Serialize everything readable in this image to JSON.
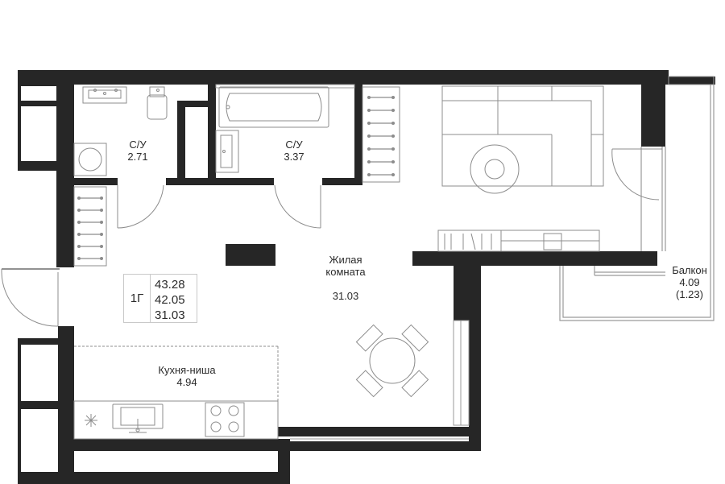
{
  "rooms": [
    {
      "id": "bathroom-1",
      "name": "С/У",
      "area": "2.71"
    },
    {
      "id": "bathroom-2",
      "name": "С/У",
      "area": "3.37"
    },
    {
      "id": "living-room",
      "name": "Жилая\nкомната",
      "area": "31.03"
    },
    {
      "id": "kitchen-niche",
      "name": "Кухня-ниша",
      "area": "4.94"
    },
    {
      "id": "balcony",
      "name": "Балкон",
      "area": "4.09",
      "reduced_area": "(1.23)"
    }
  ],
  "apartment": {
    "type": "1Г",
    "total_area": "43.28",
    "area_excl_balcony": "42.05",
    "living_area": "31.03"
  },
  "colors": {
    "wall": "#262626",
    "line": "#9a9a9a",
    "text": "#2b2b2b"
  }
}
